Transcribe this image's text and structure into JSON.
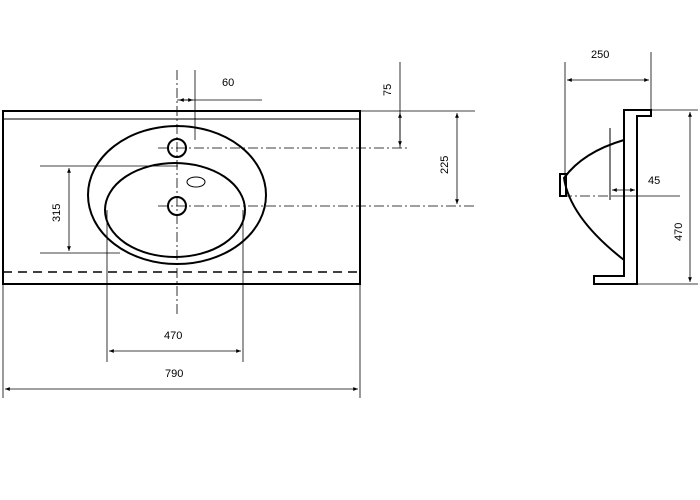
{
  "dimensions": {
    "tap_offset": "60",
    "tap_to_top": "75",
    "tap_to_bowl_center": "225",
    "bowl_height": "315",
    "bowl_width": "470",
    "total_width": "790",
    "depth": "250",
    "side_bowl_depth": "45",
    "side_height": "470"
  }
}
